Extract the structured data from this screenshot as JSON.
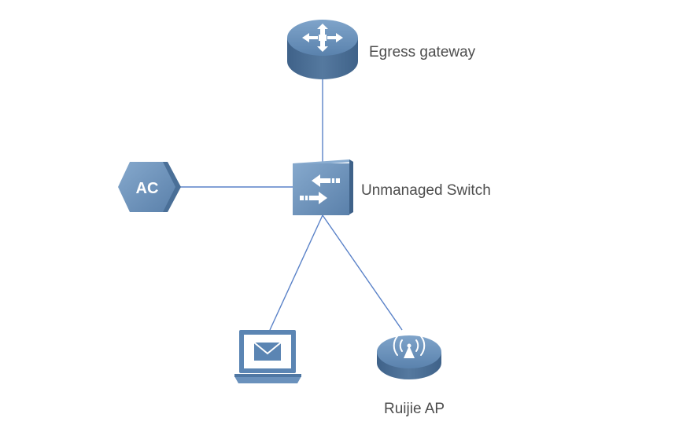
{
  "nodes": {
    "gateway": {
      "label": "Egress gateway",
      "icon": "router-icon"
    },
    "switch": {
      "label": "Unmanaged Switch",
      "icon": "switch-icon"
    },
    "ac": {
      "label": "AC",
      "icon": "hexagon-icon"
    },
    "laptop": {
      "label": "",
      "icon": "laptop-email-icon"
    },
    "ap": {
      "label": "Ruijie AP",
      "icon": "wireless-ap-icon"
    }
  },
  "edges": [
    {
      "from": "gateway",
      "to": "switch"
    },
    {
      "from": "ac",
      "to": "switch"
    },
    {
      "from": "switch",
      "to": "laptop"
    },
    {
      "from": "switch",
      "to": "ap"
    }
  ],
  "colors": {
    "device_top": "#5b85b3",
    "device_side": "#44688f",
    "device_light": "#7ea3c9",
    "link": "#5a82c8",
    "text": "#4d4d4d"
  }
}
